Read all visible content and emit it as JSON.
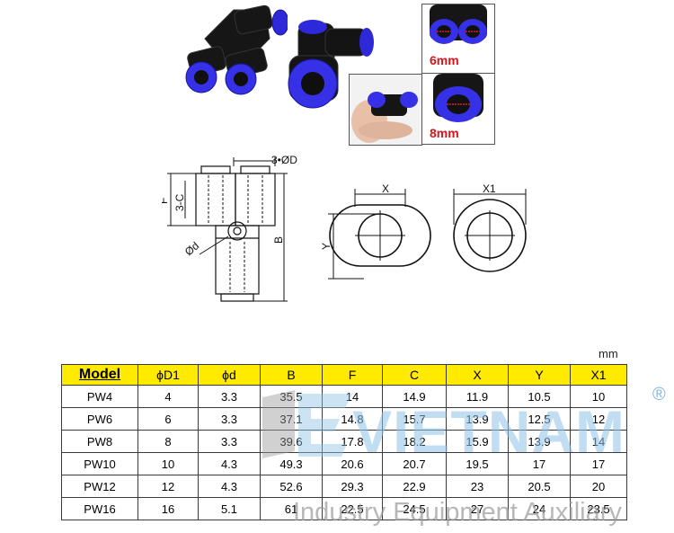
{
  "photos": {
    "size_label_small": "6mm",
    "size_label_large": "8mm"
  },
  "dimension_labels": {
    "bore_count": "3•ØD",
    "f": "F",
    "three_c": "3-C",
    "b": "B",
    "phi_d": "Ød",
    "x": "X",
    "y": "Y",
    "x1": "X1"
  },
  "unit": "mm",
  "table": {
    "headers": [
      "Model",
      "ϕD1",
      "ϕd",
      "B",
      "F",
      "C",
      "X",
      "Y",
      "X1"
    ],
    "rows": [
      [
        "PW4",
        "4",
        "3.3",
        "35.5",
        "14",
        "14.9",
        "11.9",
        "10.5",
        "10"
      ],
      [
        "PW6",
        "6",
        "3.3",
        "37.1",
        "14.8",
        "15.7",
        "13.9",
        "12.5",
        "12"
      ],
      [
        "PW8",
        "8",
        "3.3",
        "39.6",
        "17.8",
        "18.2",
        "15.9",
        "13.9",
        "14"
      ],
      [
        "PW10",
        "10",
        "4.3",
        "49.3",
        "20.6",
        "20.7",
        "19.5",
        "17",
        "17"
      ],
      [
        "PW12",
        "12",
        "4.3",
        "52.6",
        "29.3",
        "22.9",
        "23",
        "20.5",
        "20"
      ],
      [
        "PW16",
        "16",
        "5.1",
        "61",
        "22.5",
        "24.5",
        "27",
        "24",
        "23.5"
      ]
    ]
  },
  "watermark": {
    "brand": "VIETNAM",
    "tagline": "Industry Equipment Auxiliary",
    "registered": "®"
  }
}
